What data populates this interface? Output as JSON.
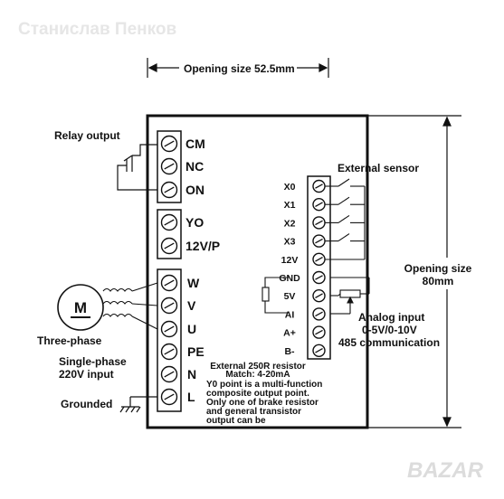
{
  "watermark_top": "Станислав Пенков",
  "watermark_bottom": "BAZAR",
  "dimensions": {
    "width_label": "Opening size 52.5mm",
    "height_label_line1": "Opening size",
    "height_label_line2": "80mm"
  },
  "left_labels": {
    "relay": "Relay output",
    "three_phase": "Three-phase",
    "motor": "M",
    "single_phase_line1": "Single-phase",
    "single_phase_line2": "220V input",
    "grounded": "Grounded"
  },
  "right_labels": {
    "external_sensor": "External sensor",
    "analog_line1": "Analog input",
    "analog_line2": "0-5V/0-10V",
    "rs485": "485 communication"
  },
  "relay_terminals": [
    "CM",
    "NC",
    "ON"
  ],
  "output_terminals": [
    "YO",
    "12V/P"
  ],
  "power_terminals": [
    "W",
    "V",
    "U",
    "PE",
    "N",
    "L"
  ],
  "signal_terminals": [
    "X0",
    "X1",
    "X2",
    "X3",
    "12V",
    "GND",
    "5V",
    "AI",
    "A+",
    "B-"
  ],
  "notes": [
    "External 250R resistor",
    "Match:  4-20mA",
    "Y0 point is a multi-function",
    "composite output point.",
    "Only one of brake resistor",
    "and general transistor",
    "output can be"
  ],
  "colors": {
    "ink": "#111111",
    "background": "#ffffff",
    "watermark": "#e6e6e6"
  }
}
